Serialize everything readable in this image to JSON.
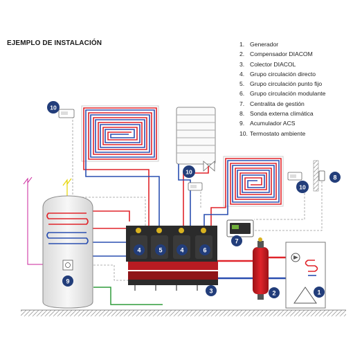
{
  "title": "EJEMPLO DE INSTALACIÓN",
  "legend": [
    {
      "num": "1.",
      "label": "Generador"
    },
    {
      "num": "2.",
      "label": "Compensador DIACOM"
    },
    {
      "num": "3.",
      "label": "Colector DIACOL"
    },
    {
      "num": "4.",
      "label": "Grupo circulación directo"
    },
    {
      "num": "5.",
      "label": "Grupo circulación punto fijo"
    },
    {
      "num": "6.",
      "label": "Grupo circulación modulante"
    },
    {
      "num": "7.",
      "label": "Centralita de gestión"
    },
    {
      "num": "8.",
      "label": "Sonda externa climática"
    },
    {
      "num": "9.",
      "label": "Acumulador ACS"
    },
    {
      "num": "10.",
      "label": "Termostato ambiente"
    }
  ],
  "badges": {
    "generator": "1",
    "compensator": "2",
    "collector": "3",
    "group_direct_a": "4",
    "group_fixed": "5",
    "group_direct_b": "4",
    "group_modulating": "6",
    "control_unit": "7",
    "outdoor_sensor": "8",
    "acs_tank": "9",
    "thermostat_a": "10",
    "thermostat_b": "10",
    "thermostat_c": "10"
  },
  "colors": {
    "hot": "#e0242a",
    "cold": "#2a4fb0",
    "badge": "#223d7a",
    "ground": "#2e9b3a",
    "solar": "#c9229a",
    "lightning": "#e6d400"
  }
}
